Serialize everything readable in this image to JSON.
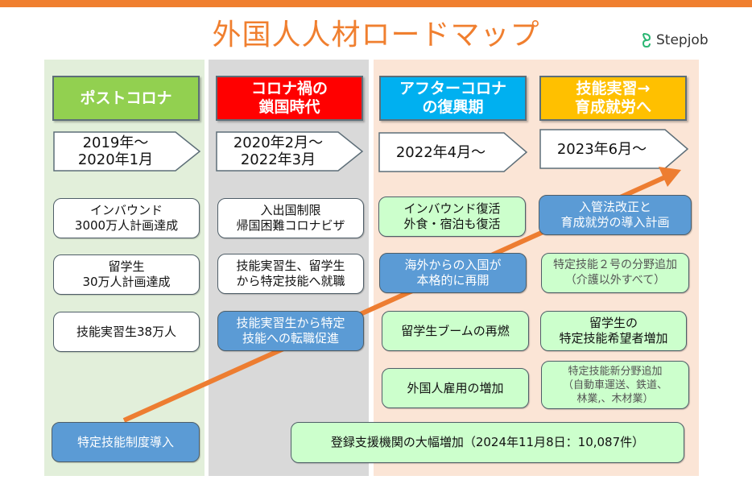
{
  "title": "外国人人材ロードマップ",
  "logo": {
    "text": "Stepjob",
    "icon": "leaf-s-icon"
  },
  "colors": {
    "accent": "#f07f2f",
    "phase1_bg": "#e2efda",
    "phase2_bg": "#d9d9d9",
    "phase34_bg": "#fbe5d6",
    "phase1_head": "#92d050",
    "phase2_head": "#ff0000",
    "phase3_head": "#00b0f0",
    "phase4_head": "#ffc000",
    "highlight_box": "#5b9bd5",
    "green_box": "#ccffcc"
  },
  "phases": [
    {
      "name": "ポストコロナ",
      "period": "2019年～\n2020年1月",
      "events": [
        "インバウンド\n3000万人計画達成",
        "留学生\n30万人計画達成",
        "技能実習生38万人",
        "特定技能制度導入"
      ]
    },
    {
      "name": "コロナ禍の\n鎖国時代",
      "period": "2020年2月～\n2022年3月",
      "events": [
        "入出国制限\n帰国困難コロナビザ",
        "技能実習生、留学生\nから特定技能へ就職",
        "技能実習生から特定\n技能への転職促進"
      ]
    },
    {
      "name": "アフターコロナ\nの復興期",
      "period": "2022年4月～",
      "events": [
        "インバウンド復活\n外食・宿泊も復活",
        "海外からの入国が\n本格的に再開",
        "留学生ブームの再燃",
        "外国人雇用の増加"
      ]
    },
    {
      "name": "技能実習→\n育成就労へ",
      "period": "2023年6月～",
      "events": [
        "入管法改正と\n育成就労の導入計画",
        "特定技能２号の分野追加\n（介護以外すべて）",
        "留学生の\n特定技能希望者増加",
        "特定技能新分野追加\n（自動車運送、鉄道、\n林業,、木材業）"
      ]
    }
  ],
  "footer_event": "登録支援機関の大幅増加（2024年11月8日：10,087件）"
}
